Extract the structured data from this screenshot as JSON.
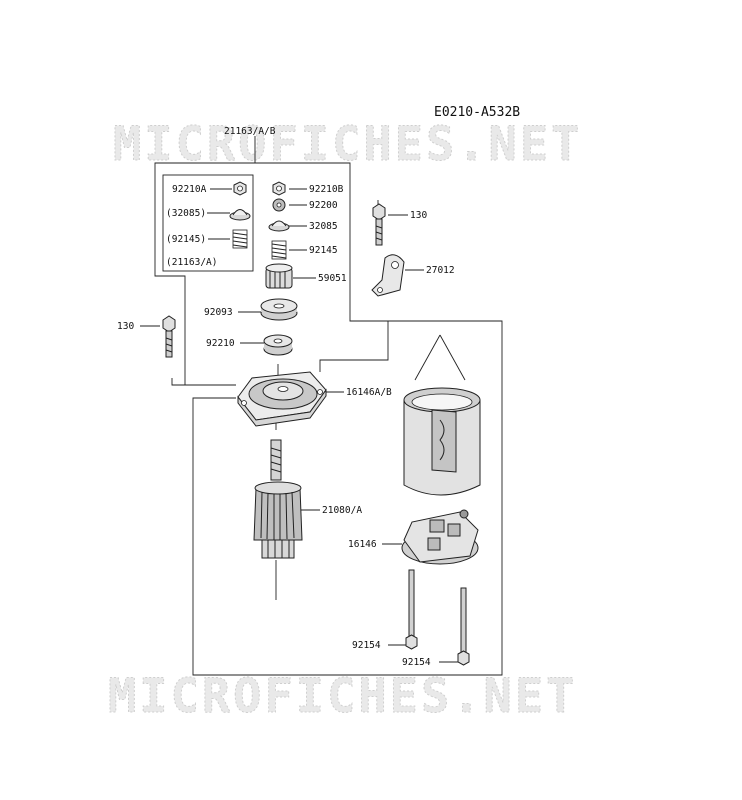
{
  "diagram_code": "E0210-A532B",
  "watermark": "MICROFICHES.NET",
  "labels": {
    "p21163_ab": "21163/A/B",
    "p92210A": "92210A",
    "p32085_paren": "(32085)",
    "p92145_paren": "(92145)",
    "p21163_a": "(21163/A)",
    "p92210B": "92210B",
    "p92200": "92200",
    "p32085": "32085",
    "p92145": "92145",
    "p59051": "59051",
    "p92093": "92093",
    "p92210": "92210",
    "p130_top": "130",
    "p27012": "27012",
    "p130_left": "130",
    "p16146AB": "16146A/B",
    "p21080A": "21080/A",
    "p16146": "16146",
    "p92154_a": "92154",
    "p92154_b": "92154"
  }
}
